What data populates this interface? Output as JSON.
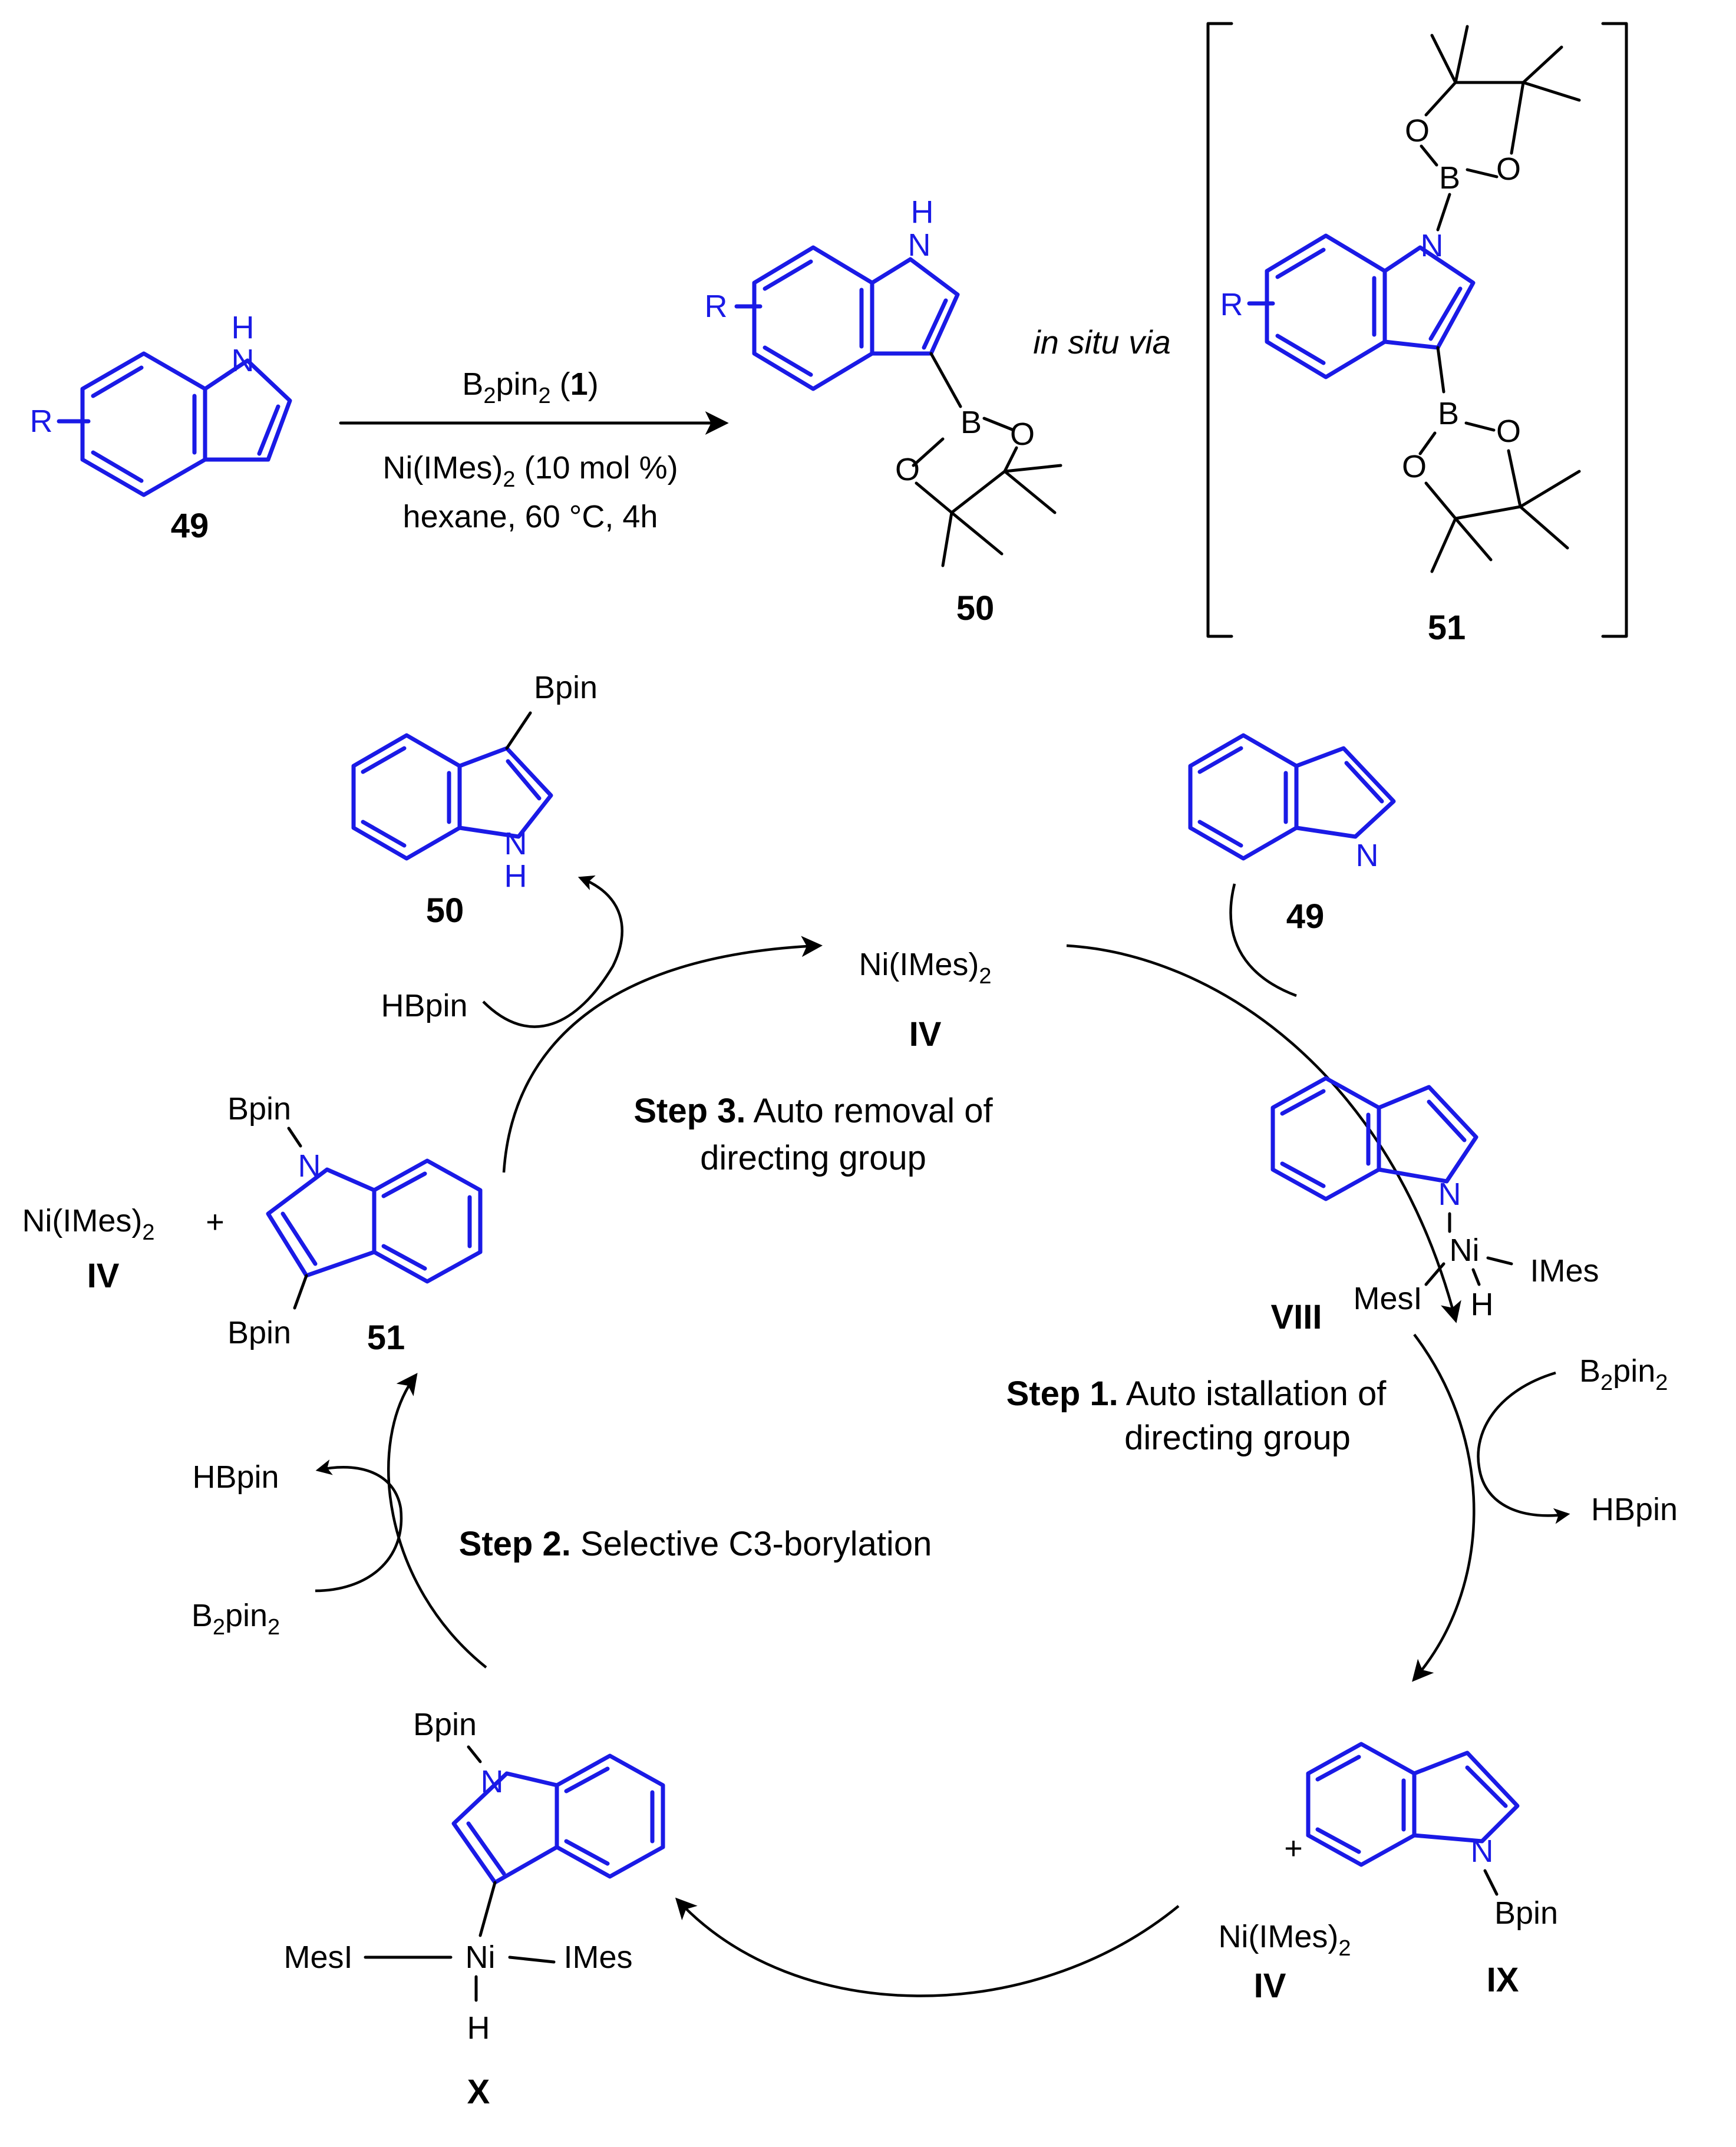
{
  "reaction": {
    "reagent": "B2pin2 (1)",
    "catalyst": "Ni(IMes)2 (10 mol %)",
    "solvent_conditions": "hexane, 60 °C, 4h",
    "via_text": "in situ via"
  },
  "compounds": {
    "c49": "49",
    "c50": "50",
    "c51": "51",
    "cIV": "IV",
    "cVIII": "VIII",
    "cIX": "IX",
    "cX": "X"
  },
  "cycle": {
    "catalyst": "Ni(IMes)2",
    "step1": {
      "bold": "Step 1.",
      "text": "Auto istallation of",
      "text2": "directing group"
    },
    "step2": {
      "bold": "Step 2.",
      "text": "Selective C3-borylation"
    },
    "step3": {
      "bold": "Step 3.",
      "text": "Auto removal of",
      "text2": "directing group"
    },
    "hbpin": "HBpin",
    "b2pin2": "B2pin2",
    "bpin": "Bpin",
    "plus": "+"
  },
  "atoms": {
    "R": "R",
    "N": "N",
    "NH": "N",
    "H": "H",
    "B": "B",
    "O": "O",
    "Ni": "Ni",
    "IMes": "IMes",
    "MesI": "MesI"
  }
}
